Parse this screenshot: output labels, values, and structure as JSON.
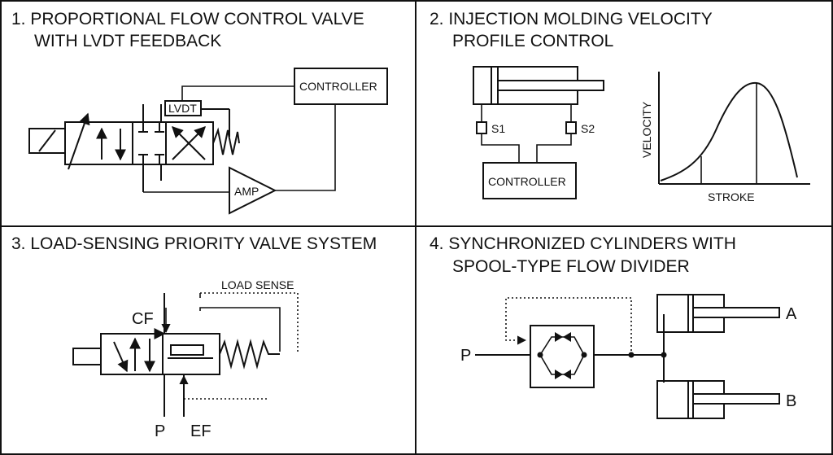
{
  "panels": [
    {
      "title_line1": "1. PROPORTIONAL FLOW CONTROL VALVE",
      "title_line2": "WITH LVDT FEEDBACK",
      "labels": {
        "controller": "CONTROLLER",
        "lvdt": "LVDT",
        "amp": "AMP"
      }
    },
    {
      "title_line1": "2. INJECTION MOLDING VELOCITY",
      "title_line2": "PROFILE CONTROL",
      "labels": {
        "s1": "S1",
        "s2": "S2",
        "controller": "CONTROLLER",
        "velocity": "VELOCITY",
        "stroke": "STROKE"
      }
    },
    {
      "title_line1": "3. LOAD-SENSING PRIORITY VALVE SYSTEM",
      "labels": {
        "load_sense": "LOAD SENSE",
        "cf": "CF",
        "p": "P",
        "ef": "EF"
      }
    },
    {
      "title_line1": "4. SYNCHRONIZED CYLINDERS WITH",
      "title_line2": "SPOOL-TYPE FLOW DIVIDER",
      "labels": {
        "p": "P",
        "a": "A",
        "b": "B"
      }
    }
  ],
  "colors": {
    "line": "#111111",
    "background": "#ffffff"
  }
}
